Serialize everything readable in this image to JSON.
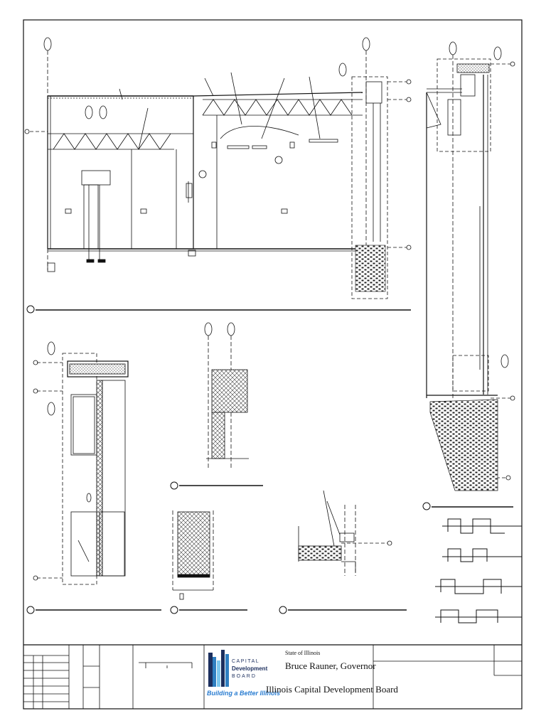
{
  "title_block": {
    "state_label": "State of Illinois",
    "governor": "Bruce Rauner, Governor",
    "agency": "Illinois Capital Development Board"
  },
  "logo": {
    "line1": "CAPITAL",
    "line2": "Development",
    "line3": "BOARD",
    "tagline": "Building a Better Illinois",
    "colors": {
      "dark": "#1c2f5e",
      "mid": "#2f7fc1",
      "light": "#7ec8ee",
      "tagline": "#2a7dd1"
    }
  },
  "colors": {
    "ink": "#111111",
    "detail_fill": "#d9d9d9"
  }
}
